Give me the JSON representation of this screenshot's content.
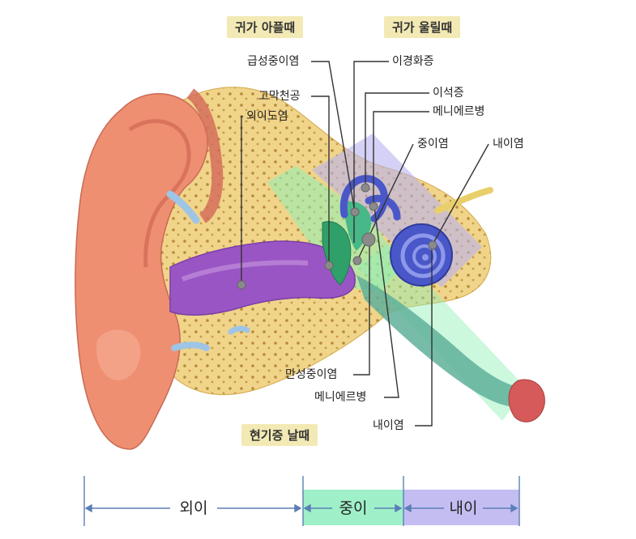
{
  "headers": {
    "ear_pain": "귀가 아플때",
    "ear_ringing": "귀가 울릴때",
    "dizziness": "현기증 날때"
  },
  "labels": {
    "acute_otitis_media": "급성중이염",
    "otosclerosis": "이경화증",
    "tympanic_perforation": "고막천공",
    "ear_stones": "이석증",
    "meniere_top": "메니에르병",
    "otitis_externa": "외이도염",
    "otitis_media": "중이염",
    "labyrinthitis_top": "내이염",
    "chronic_otitis_media": "만성중이염",
    "meniere_bottom": "메니에르병",
    "labyrinthitis_bottom": "내이염"
  },
  "sections": {
    "outer": "외이",
    "middle": "중이",
    "inner": "내이"
  },
  "colors": {
    "tag_bg": "#f2e9b4",
    "middle_band": "#9ff0c8",
    "inner_band": "#c4bdf2",
    "skin": "#ef8f72",
    "canal": "#9a55c4",
    "cochlea": "#4a57c9",
    "bone": "#f0d48a"
  }
}
